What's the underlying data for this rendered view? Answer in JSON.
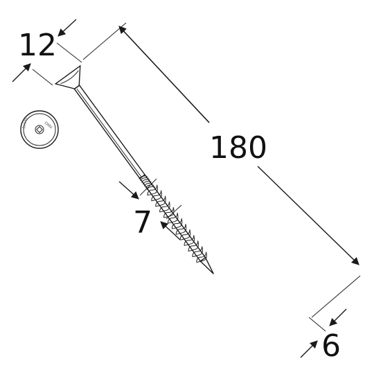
{
  "dimensions": {
    "head_diameter": "12",
    "length": "180",
    "shank_diameter": "7",
    "thread_diameter": "6"
  },
  "head_marking": {
    "top": "DMX",
    "bottom": "5x180"
  },
  "colors": {
    "line": "#1a1a1a",
    "text": "#111111",
    "background": "#ffffff"
  }
}
